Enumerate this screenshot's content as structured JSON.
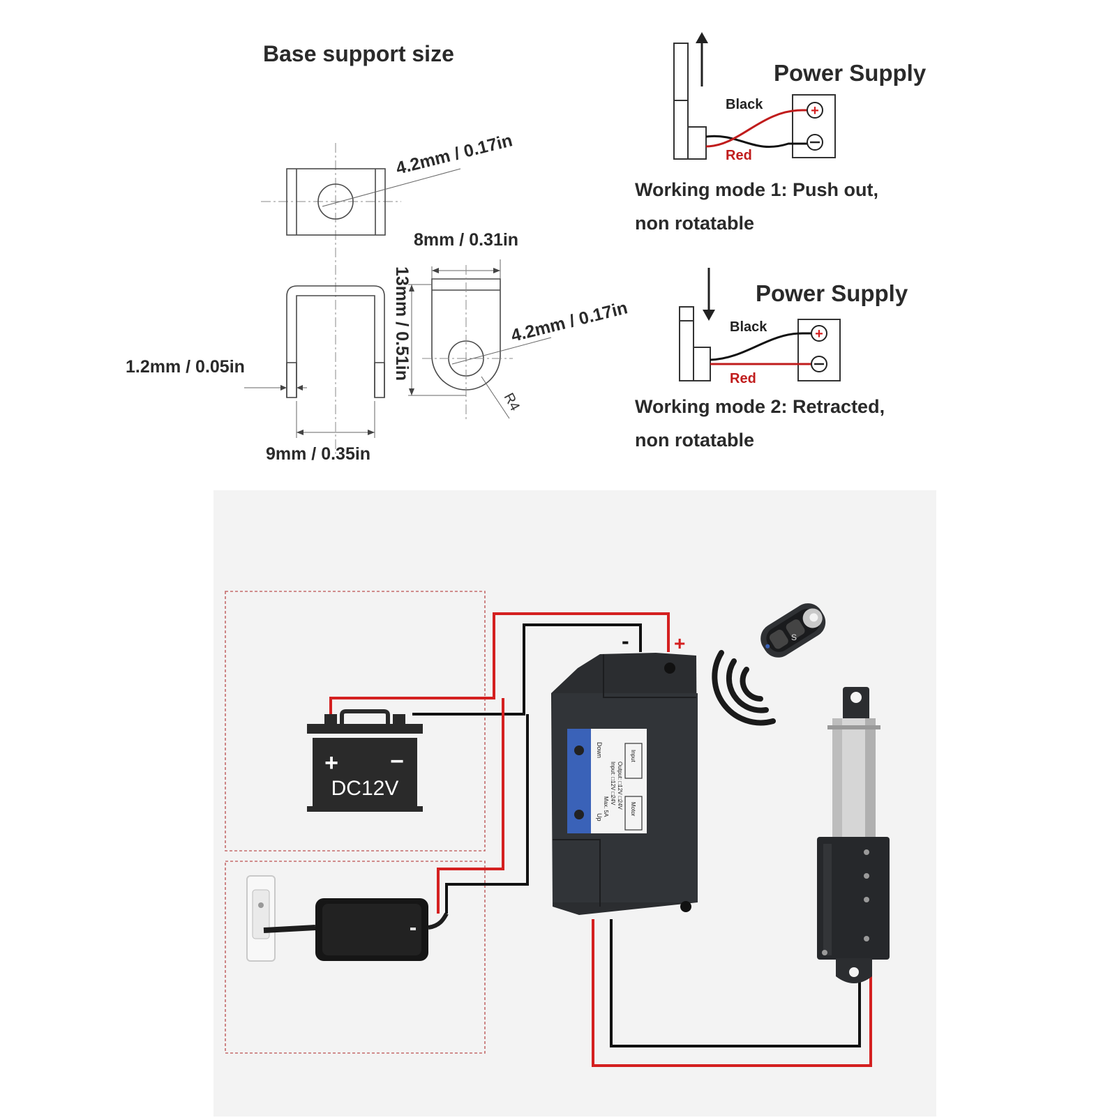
{
  "base_support": {
    "title": "Base support size",
    "dims": {
      "hole_top": "4.2mm / 0.17in",
      "width_8": "8mm / 0.31in",
      "height_13": "13mm / 0.51in",
      "hole_side": "4.2mm / 0.17in",
      "thickness": "1.2mm / 0.05in",
      "radius": "R4",
      "gap_9": "9mm / 0.35in"
    }
  },
  "mode1": {
    "supply_label": "Power Supply",
    "black_wire": "Black",
    "red_wire": "Red",
    "caption_line1": "Working mode 1: Push out,",
    "caption_line2": "non rotatable"
  },
  "mode2": {
    "supply_label": "Power Supply",
    "black_wire": "Black",
    "red_wire": "Red",
    "caption_line1": "Working mode 2: Retracted,",
    "caption_line2": "non rotatable"
  },
  "wiring": {
    "battery_label": "DC12V",
    "battery_plus": "+",
    "battery_minus": "−",
    "terminal_minus": "-",
    "terminal_plus": "+",
    "controller": {
      "up": "Up",
      "down": "Down",
      "max": "Max. 5A",
      "input": "Input: □12V □24V",
      "output": "Output: □12V □24V",
      "input_box": "Input",
      "motor_box": "Motor"
    },
    "remote_key": "S"
  },
  "colors": {
    "red_wire": "#d42020",
    "black_wire": "#111111",
    "device_body": "#2b2d30",
    "label_blue": "#3a62b8",
    "dashed_box": "#c46a6a"
  }
}
